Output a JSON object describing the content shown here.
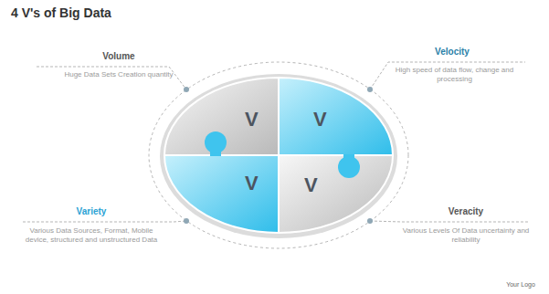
{
  "diagram": {
    "title": "4 V's of Big Data",
    "nodes": [
      {
        "text": [
          "V"
        ]
      },
      {
        "text": [
          "V"
        ]
      },
      {
        "text": [
          "V"
        ]
      },
      {
        "text": [
          "V"
        ]
      }
    ],
    "labels": [
      "Volume",
      "Huge Data Sets Creation quantity",
      "Velocity",
      "High speed of data flow, change and processing",
      "Variety",
      "Various Data Sources, Format, Mobile device, structured and unstructured Data",
      "Veracity",
      "Various Levels Of Data uncertainty and reliability",
      "Your Logo"
    ]
  }
}
